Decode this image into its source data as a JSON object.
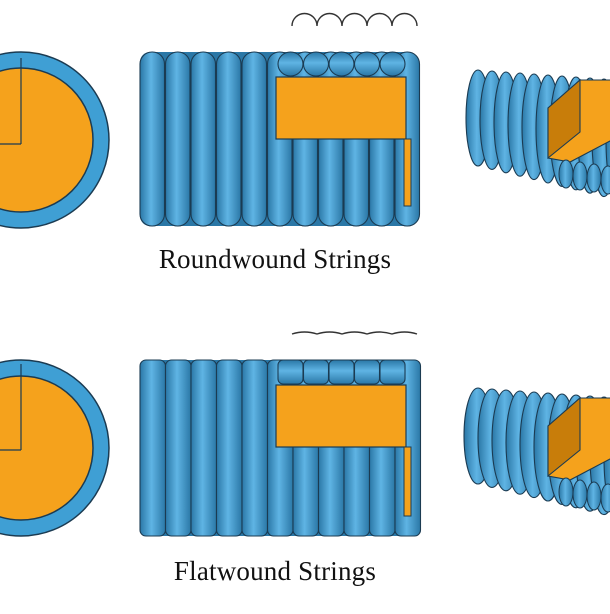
{
  "rows": [
    {
      "caption": "Roundwound Strings",
      "type": "round"
    },
    {
      "caption": "Flatwound Strings",
      "type": "flat"
    }
  ],
  "colors": {
    "winding": "#3f9fd4",
    "winding_dark": "#2a77a6",
    "winding_light": "#6dbbe8",
    "core": "#f5a21c",
    "core_dark": "#c87d0a",
    "outline": "#1b3b52",
    "profile_line": "#333333"
  }
}
